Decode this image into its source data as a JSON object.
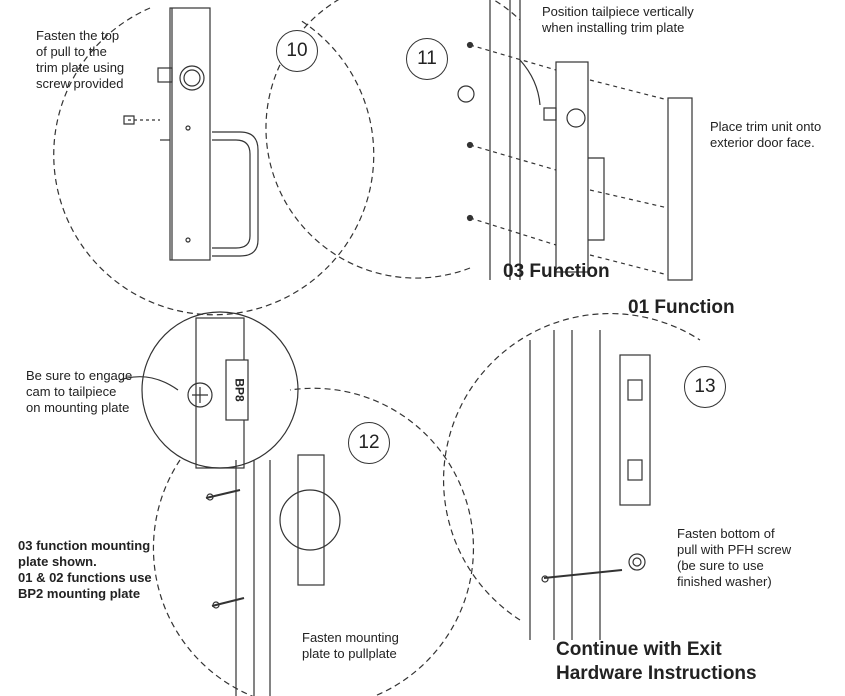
{
  "steps": [
    {
      "number": "10",
      "note": "Fasten the top\nof pull to the\ntrim plate using\nscrew provided"
    },
    {
      "number": "11",
      "note_top": "Position tailpiece vertically\nwhen installing trim plate",
      "note_right": "Place trim unit onto\nexterior door face.",
      "function_a": "03 Function",
      "function_b": "01 Function"
    },
    {
      "number": "12",
      "note_cam": "Be sure to engage\ncam to tailpiece\non mounting plate",
      "note_plate": "03 function mounting\nplate shown.\n01 & 02 functions use\nBP2 mounting plate",
      "note_fasten": "Fasten mounting\nplate to pullplate",
      "plate_marking": "BP8"
    },
    {
      "number": "13",
      "note": "Fasten bottom of\npull with PFH screw\n(be sure to use\nfinished washer)"
    }
  ],
  "footer": {
    "continue_text": "Continue with Exit\nHardware Instructions"
  }
}
